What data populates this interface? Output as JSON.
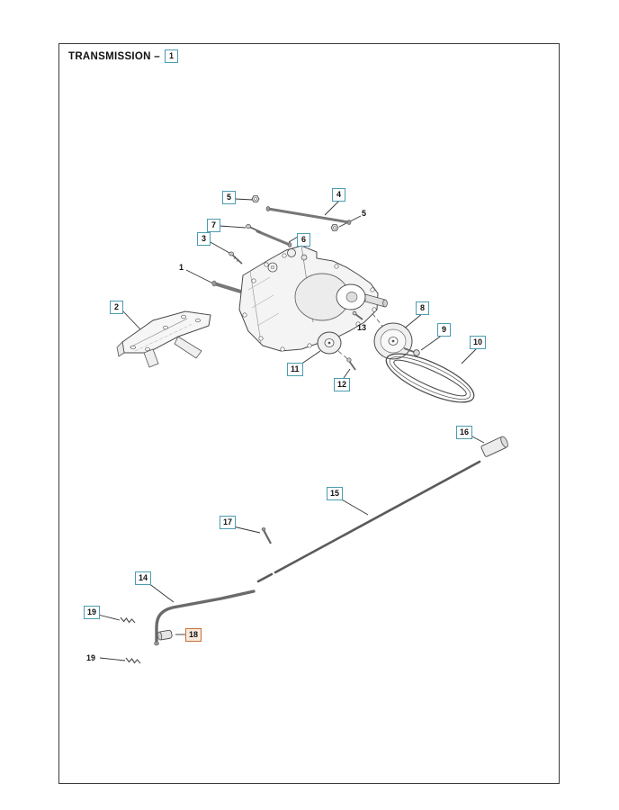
{
  "page": {
    "title": "TRANSMISSION –",
    "title_number": "1"
  },
  "colors": {
    "callout_border": "#4b9cb0",
    "highlight_border": "#c4713b",
    "highlight_fill": "#f9e9dc",
    "line_color": "#4a4a4a",
    "frame_border": "#3a3a3a"
  },
  "callouts": [
    {
      "label": "5"
    },
    {
      "label": "4"
    },
    {
      "label": "5"
    },
    {
      "label": "7"
    },
    {
      "label": "3"
    },
    {
      "label": "6"
    },
    {
      "label": "1"
    },
    {
      "label": "2"
    },
    {
      "label": "8"
    },
    {
      "label": "13"
    },
    {
      "label": "9"
    },
    {
      "label": "10"
    },
    {
      "label": "11"
    },
    {
      "label": "12"
    },
    {
      "label": "16"
    },
    {
      "label": "15"
    },
    {
      "label": "17"
    },
    {
      "label": "14"
    },
    {
      "label": "19"
    },
    {
      "label": "18",
      "highlighted": true
    },
    {
      "label": "19"
    }
  ]
}
